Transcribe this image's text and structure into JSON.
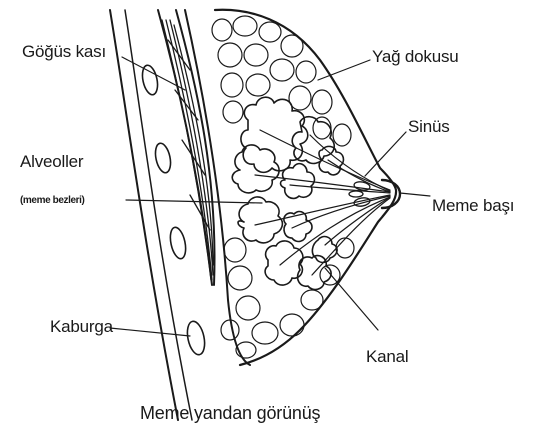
{
  "labels": {
    "pectoral_muscle": "Göğüs kası",
    "fat_tissue": "Yağ dokusu",
    "sinus": "Sinüs",
    "alveoli": "Alveoller",
    "mammary_gland": "(meme bezleri)",
    "nipple": "Meme başı",
    "rib": "Kaburga",
    "duct": "Kanal"
  },
  "caption": "Meme yandan görünüş",
  "colors": {
    "ink": "#1a1a1a",
    "background": "#ffffff"
  }
}
